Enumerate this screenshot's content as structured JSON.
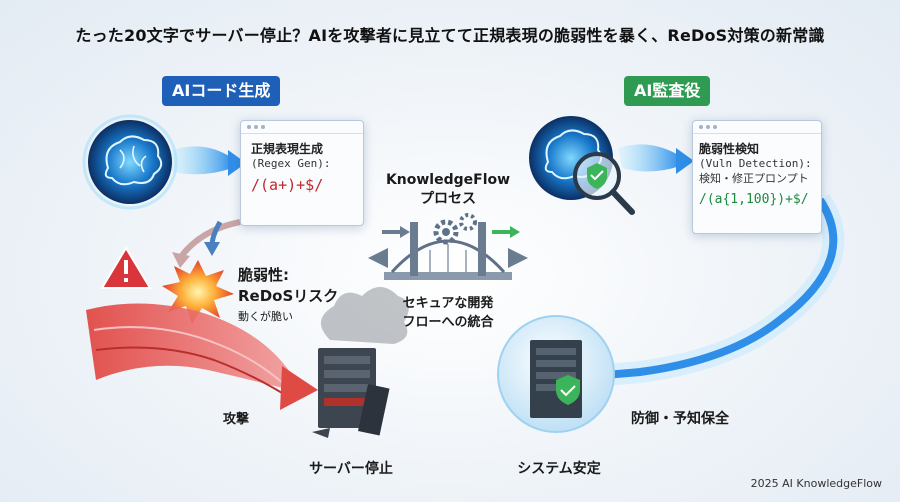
{
  "title": "たった20文字でサーバー停止？AIを攻撃者に見立てて正規表現の脆弱性を暴く、ReDoS対策の新常識",
  "left_badge": "AIコード生成",
  "right_badge": "AI監査役",
  "left_window": {
    "title": "正規表現生成",
    "subtitle": "(Regex Gen):",
    "code": "/(a+)+$/"
  },
  "right_window": {
    "title": "脆弱性検知",
    "subtitle": "(Vuln Detection):",
    "subtitle2": "検知・修正プロンプト",
    "code": "/(a{1,100})+$/"
  },
  "vulnerability": {
    "title1": "脆弱性:",
    "title2": "ReDoSリスク",
    "note": "動くが脆い"
  },
  "center": {
    "top1": "KnowledgeFlow",
    "top2": "プロセス",
    "bottom1": "セキュアな開発",
    "bottom2": "フローへの統合"
  },
  "attack_label": "攻撃",
  "server_down_label": "サーバー停止",
  "system_stable_label": "システム安定",
  "defense_label": "防御・予知保全",
  "copyright": "2025 AI KnowledgeFlow",
  "colors": {
    "blue": "#1e5fb8",
    "green": "#2e9a52",
    "danger": "#c0272d",
    "flow_blue": "#2f8fe8"
  }
}
